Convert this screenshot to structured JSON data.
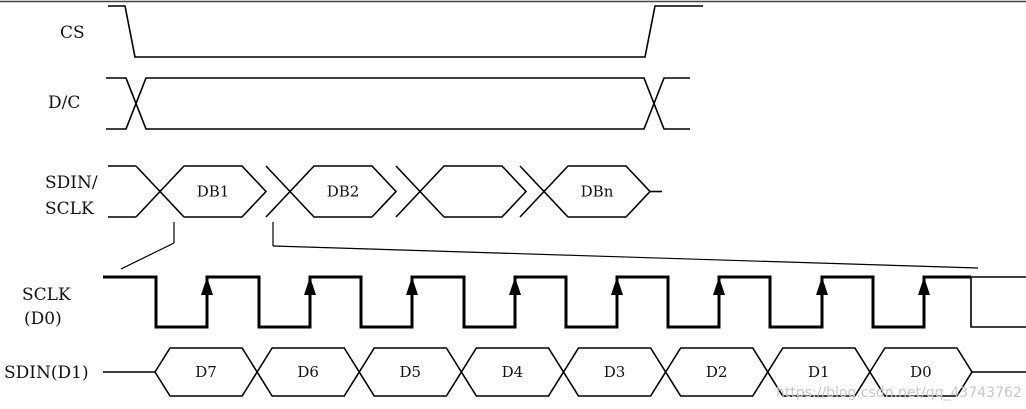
{
  "signals": {
    "cs": "CS",
    "dc": "D/C",
    "sdin_sclk_line1": "SDIN/",
    "sdin_sclk_line2": "SCLK",
    "sclk_line1": "SCLK",
    "sclk_line2": "(D0)",
    "sdin_d1": "SDIN(D1)"
  },
  "bytes": [
    "DB1",
    "DB2",
    "",
    "DBn"
  ],
  "bits": [
    "D7",
    "D6",
    "D5",
    "D4",
    "D3",
    "D2",
    "D1",
    "D0"
  ],
  "watermark": "https://blog.csdn.net/qq_43743762"
}
